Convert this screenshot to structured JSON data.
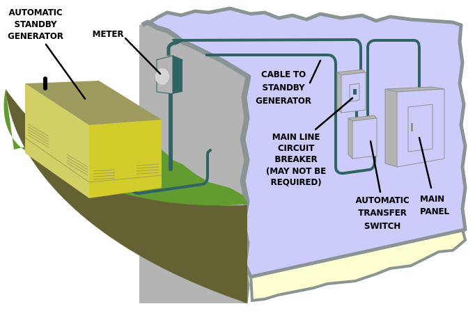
{
  "diagram": {
    "title": "Automatic standby generator installation",
    "colors": {
      "background": "#ffffff",
      "interior_wall": "#ccccfa",
      "wall_edge": "#8a9494",
      "exterior_wall": "#b4b4b4",
      "floor": "#fefed0",
      "grass": "#629b30",
      "soil": "#646233",
      "generator_top": "#9e9b5f",
      "generator_side": "#d1cf66",
      "generator_front": "#d2cd2b",
      "cable": "#2f6364",
      "box_face": "#ccccfa",
      "box_side": "#b4b4b4",
      "box_outline": "#909090",
      "leader_line": "#000000"
    },
    "labels": {
      "generator": [
        "AUTOMATIC",
        "STANDBY",
        "GENERATOR"
      ],
      "meter": [
        "METER"
      ],
      "cable": [
        "CABLE TO",
        "STANDBY",
        "GENERATOR"
      ],
      "breaker": [
        "MAIN LINE",
        "CIRCUIT",
        "BREAKER",
        "(MAY NOT BE",
        "REQUIRED)"
      ],
      "transfer_switch": [
        "AUTOMATIC",
        "TRANSFER",
        "SWITCH"
      ],
      "main_panel": [
        "MAIN",
        "PANEL"
      ]
    }
  }
}
